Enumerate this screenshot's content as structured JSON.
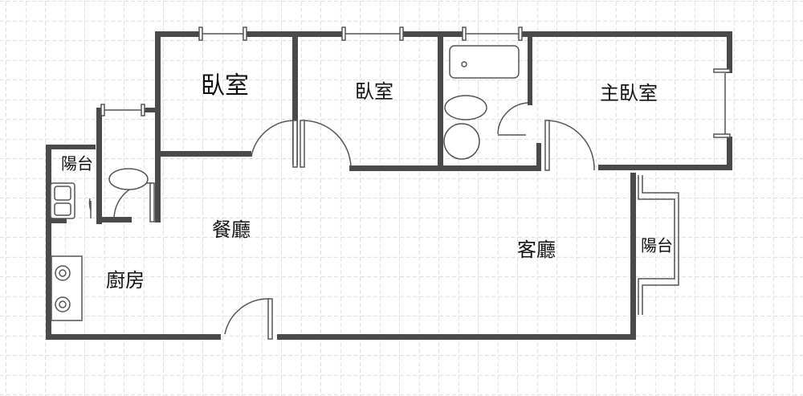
{
  "title": "Floor plan",
  "rooms": {
    "bedroom_1": "臥室",
    "bedroom_2": "臥室",
    "master_bedroom": "主臥室",
    "balcony_west": "陽台",
    "dining_room": "餐廳",
    "living_room": "客廳",
    "kitchen": "廚房",
    "balcony_east": "陽台"
  },
  "colors": {
    "wall": "#4a4a4a",
    "grid": "#c8c8c8",
    "background": "#ffffff"
  }
}
